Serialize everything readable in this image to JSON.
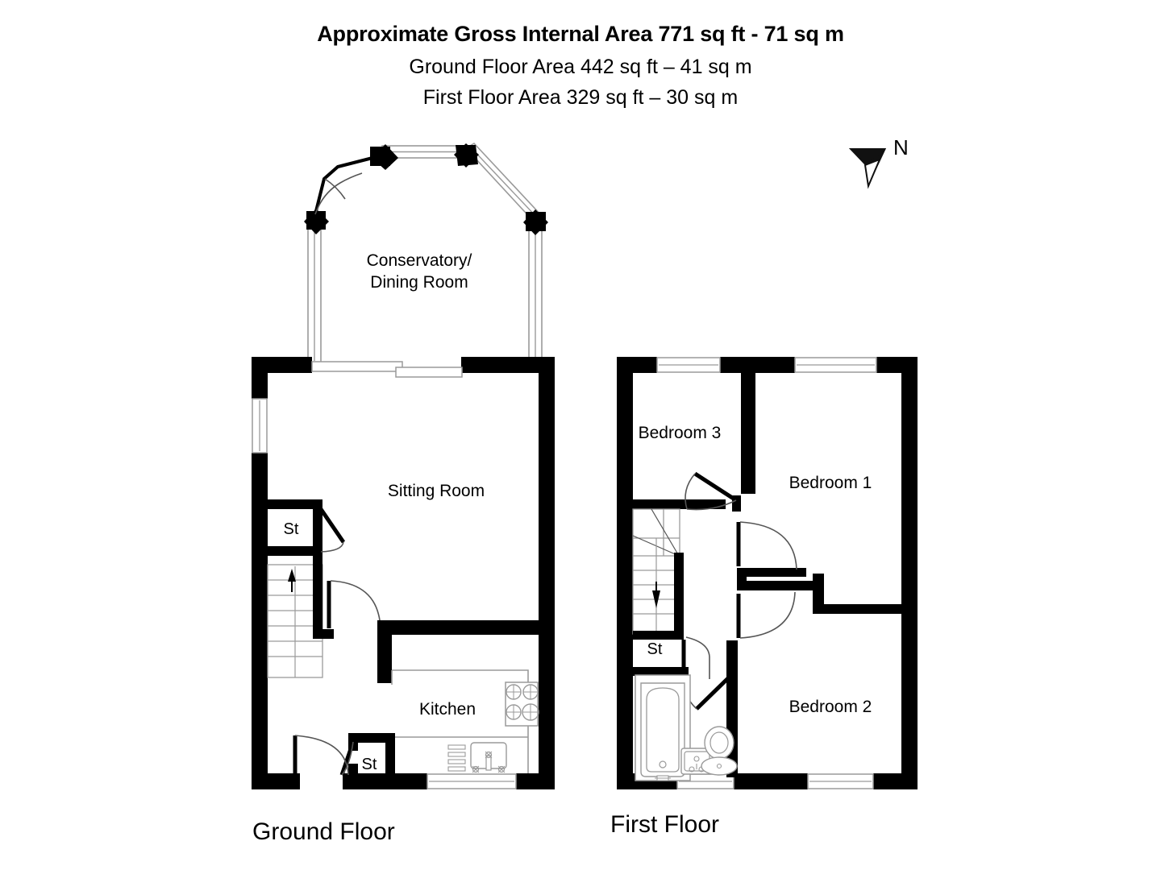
{
  "header": {
    "title": "Approximate Gross Internal Area 771 sq ft - 71 sq m",
    "ground_area": "Ground Floor Area 442 sq ft – 41 sq m",
    "first_area": "First Floor Area 329 sq ft – 30 sq m"
  },
  "compass": {
    "label": "N",
    "icon": "north-arrow-icon"
  },
  "floors": [
    {
      "id": "ground",
      "label": "Ground Floor",
      "area_sq_ft": 442,
      "area_sq_m": 41,
      "rooms": [
        {
          "name": "conservatory-dining-room",
          "label_line1": "Conservatory/",
          "label_line2": "Dining Room"
        },
        {
          "name": "sitting-room",
          "label": "Sitting Room"
        },
        {
          "name": "kitchen",
          "label": "Kitchen"
        },
        {
          "name": "store-upper",
          "label": "St"
        },
        {
          "name": "store-lower",
          "label": "St"
        }
      ],
      "fixtures": [
        {
          "name": "hob-icon",
          "type": "cooker-hob",
          "burners": 4
        },
        {
          "name": "sink-icon",
          "type": "sink-with-drainer"
        },
        {
          "name": "staircase-icon",
          "type": "straight-stair",
          "direction": "up"
        }
      ]
    },
    {
      "id": "first",
      "label": "First Floor",
      "area_sq_ft": 329,
      "area_sq_m": 30,
      "rooms": [
        {
          "name": "bedroom-3",
          "label": "Bedroom 3"
        },
        {
          "name": "bedroom-1",
          "label": "Bedroom 1"
        },
        {
          "name": "bedroom-2",
          "label": "Bedroom 2"
        },
        {
          "name": "store",
          "label": "St"
        },
        {
          "name": "bathroom",
          "label": ""
        }
      ],
      "fixtures": [
        {
          "name": "bath-icon",
          "type": "bath-tub"
        },
        {
          "name": "basin-icon",
          "type": "wash-basin"
        },
        {
          "name": "wc-icon",
          "type": "toilet"
        },
        {
          "name": "staircase-icon",
          "type": "winder-stair",
          "direction": "down"
        }
      ]
    }
  ],
  "colors": {
    "wall": "#000000",
    "background": "#ffffff",
    "glazing_line": "#9a9a9a",
    "fixture_line": "#808080",
    "text": "#000000"
  }
}
